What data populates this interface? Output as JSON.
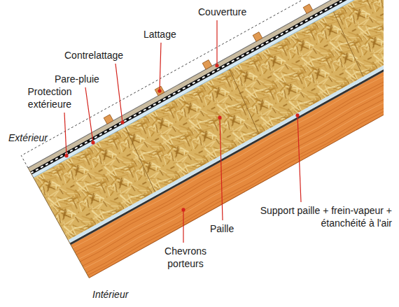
{
  "diagram": {
    "labels": [
      "Couverture",
      "Lattage",
      "Contrelattage",
      "Pare-pluie",
      "Protection extérieure",
      "Extérieur",
      "Support paille + frein-vapeur + étanchéité à l'air",
      "Paille",
      "Chevrons porteurs",
      "Intérieur"
    ]
  }
}
